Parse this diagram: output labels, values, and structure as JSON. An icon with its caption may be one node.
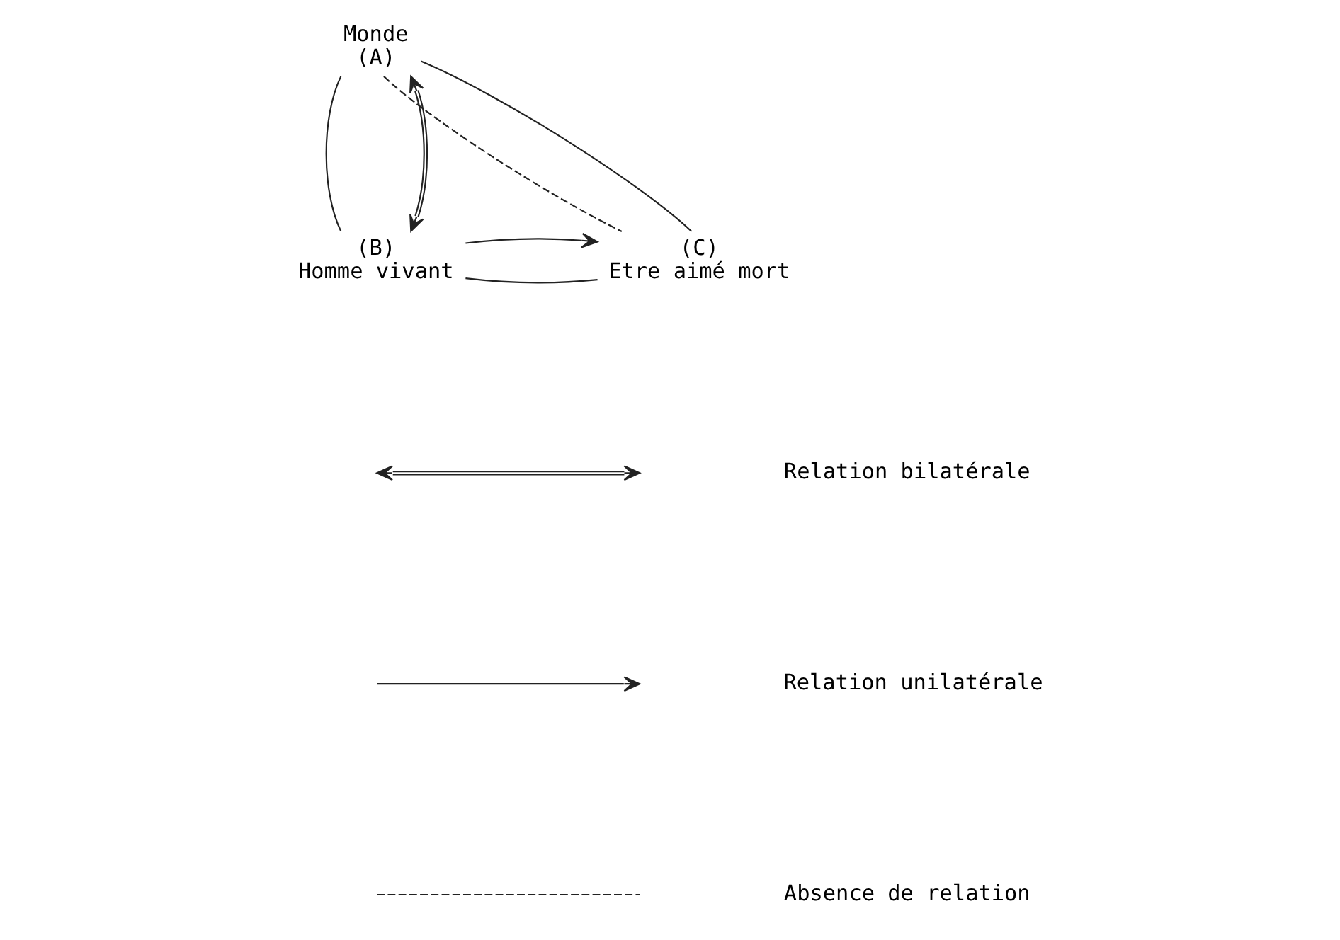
{
  "diagram": {
    "nodes": [
      {
        "text": [
          "Monde",
          "(A)"
        ]
      },
      {
        "text": [
          "(B)",
          "Homme vivant"
        ]
      },
      {
        "text": [
          "(C)",
          "Etre aimé mort"
        ]
      }
    ],
    "edges": [
      {
        "from": 0,
        "to": 1,
        "arrow": "none"
      },
      {
        "from": 1,
        "to": 2,
        "arrow": "none"
      },
      {
        "from": 2,
        "to": 0,
        "arrow": "none"
      },
      {
        "from": 1,
        "to": 0,
        "arrow": "both"
      },
      {
        "from": 1,
        "to": 2,
        "arrow": "to"
      },
      {
        "from": 0,
        "to": 2,
        "arrow": "none",
        "style": "dashed"
      }
    ],
    "legend": [
      {
        "text": "Relation bilatérale"
      },
      {
        "text": "Relation unilatérale"
      },
      {
        "text": "Absence de relation"
      }
    ]
  }
}
